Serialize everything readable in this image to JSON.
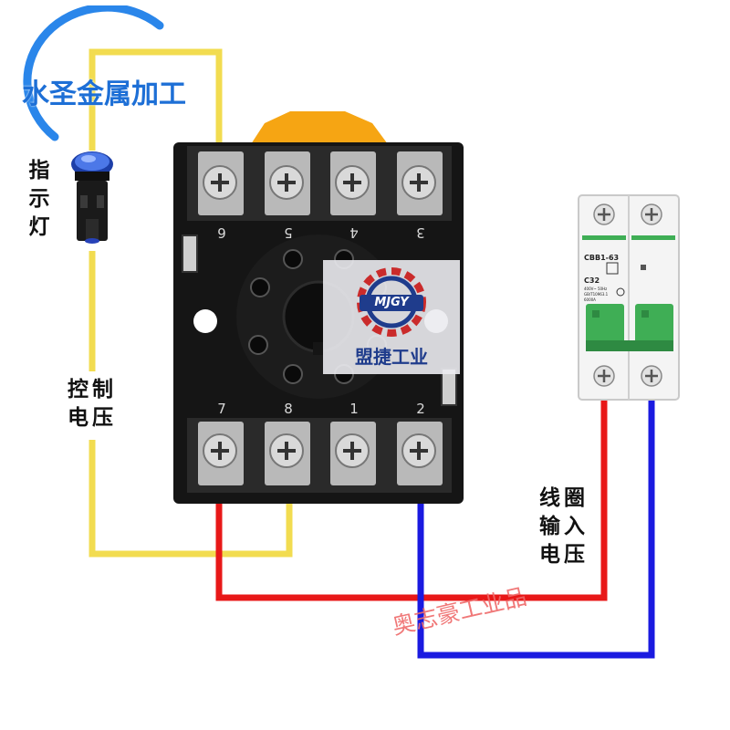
{
  "watermark_top_left": "水圣金属加工",
  "watermark_center_logo": "MJGY",
  "watermark_center_text": "盟捷工业",
  "watermark_bottom": "奥志豪工业品",
  "labels": {
    "indicator": "指示灯",
    "control_voltage": [
      "控制",
      "电压"
    ],
    "coil_input_voltage": [
      "线圈",
      "输入",
      "电压"
    ]
  },
  "terminals_top": [
    "6",
    "5",
    "4",
    "3"
  ],
  "terminals_bottom": [
    "7",
    "8",
    "1",
    "2"
  ],
  "breaker": {
    "model": "CBB1-63",
    "rating": "C32",
    "line3": "400V~ 50Hz",
    "line4": "GB/T10963.1",
    "line5": "6000A"
  },
  "colors": {
    "yellow_wire": "#f2dc50",
    "red_wire": "#e81818",
    "blue_wire": "#1a1ae0",
    "base_black": "#151515",
    "breaker_green": "#3fae55"
  }
}
